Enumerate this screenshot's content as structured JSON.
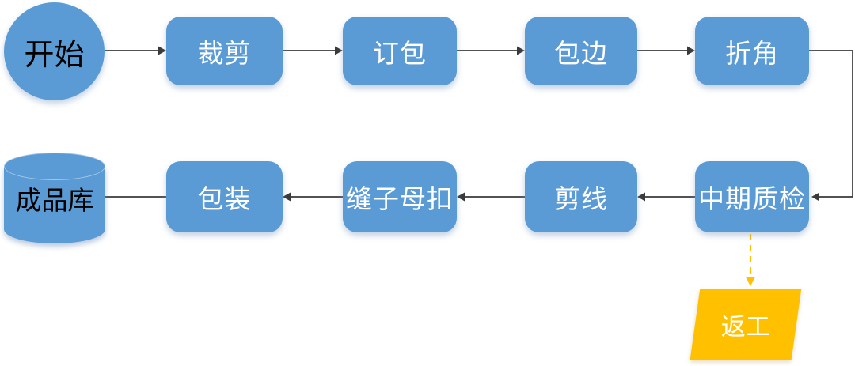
{
  "diagram": {
    "nodes": {
      "start": {
        "label": "开始",
        "shape": "ellipse"
      },
      "cut": {
        "label": "裁剪",
        "shape": "process"
      },
      "staple": {
        "label": "订包",
        "shape": "process"
      },
      "edge_wrap": {
        "label": "包边",
        "shape": "process"
      },
      "fold_corner": {
        "label": "折角",
        "shape": "process"
      },
      "mid_inspection": {
        "label": "中期质检",
        "shape": "process"
      },
      "trim_thread": {
        "label": "剪线",
        "shape": "process"
      },
      "sew_snap": {
        "label": "缝子母扣",
        "shape": "process"
      },
      "packaging": {
        "label": "包装",
        "shape": "process"
      },
      "finished_warehouse": {
        "label": "成品库",
        "shape": "cylinder"
      },
      "rework": {
        "label": "返工",
        "shape": "parallelogram"
      }
    },
    "edges": [
      {
        "from": "start",
        "to": "cut",
        "style": "solid-arrow"
      },
      {
        "from": "cut",
        "to": "staple",
        "style": "solid-arrow"
      },
      {
        "from": "staple",
        "to": "edge_wrap",
        "style": "solid-arrow"
      },
      {
        "from": "edge_wrap",
        "to": "fold_corner",
        "style": "solid-arrow"
      },
      {
        "from": "fold_corner",
        "to": "mid_inspection",
        "style": "solid-arrow-elbow"
      },
      {
        "from": "mid_inspection",
        "to": "trim_thread",
        "style": "solid-arrow"
      },
      {
        "from": "trim_thread",
        "to": "sew_snap",
        "style": "solid-arrow"
      },
      {
        "from": "sew_snap",
        "to": "packaging",
        "style": "solid-arrow"
      },
      {
        "from": "packaging",
        "to": "finished_warehouse",
        "style": "solid-line"
      },
      {
        "from": "mid_inspection",
        "to": "rework",
        "style": "dashed-arrow"
      }
    ],
    "colors": {
      "process_fill": "#5B9BD5",
      "process_text": "#FFFFFF",
      "terminal_text": "#000000",
      "rework_fill": "#FFC000",
      "rework_text": "#FFFFFF",
      "connector": "#3A3A3A",
      "rework_connector": "#FFC000",
      "background": "#FFFFFF"
    }
  }
}
